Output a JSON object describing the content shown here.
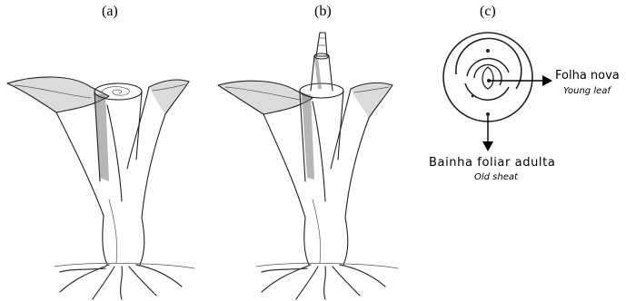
{
  "panels": {
    "a": {
      "label": "(a)"
    },
    "b": {
      "label": "(b)"
    },
    "c": {
      "label": "(c)"
    }
  },
  "callouts": {
    "young_leaf": {
      "text": "Folha nova",
      "translation": "Young leaf"
    },
    "old_sheath": {
      "text": "Bainha foliar adulta",
      "translation": "Old sheat"
    }
  },
  "colors": {
    "ink": "#222222",
    "shading": "#bdbdbd"
  }
}
